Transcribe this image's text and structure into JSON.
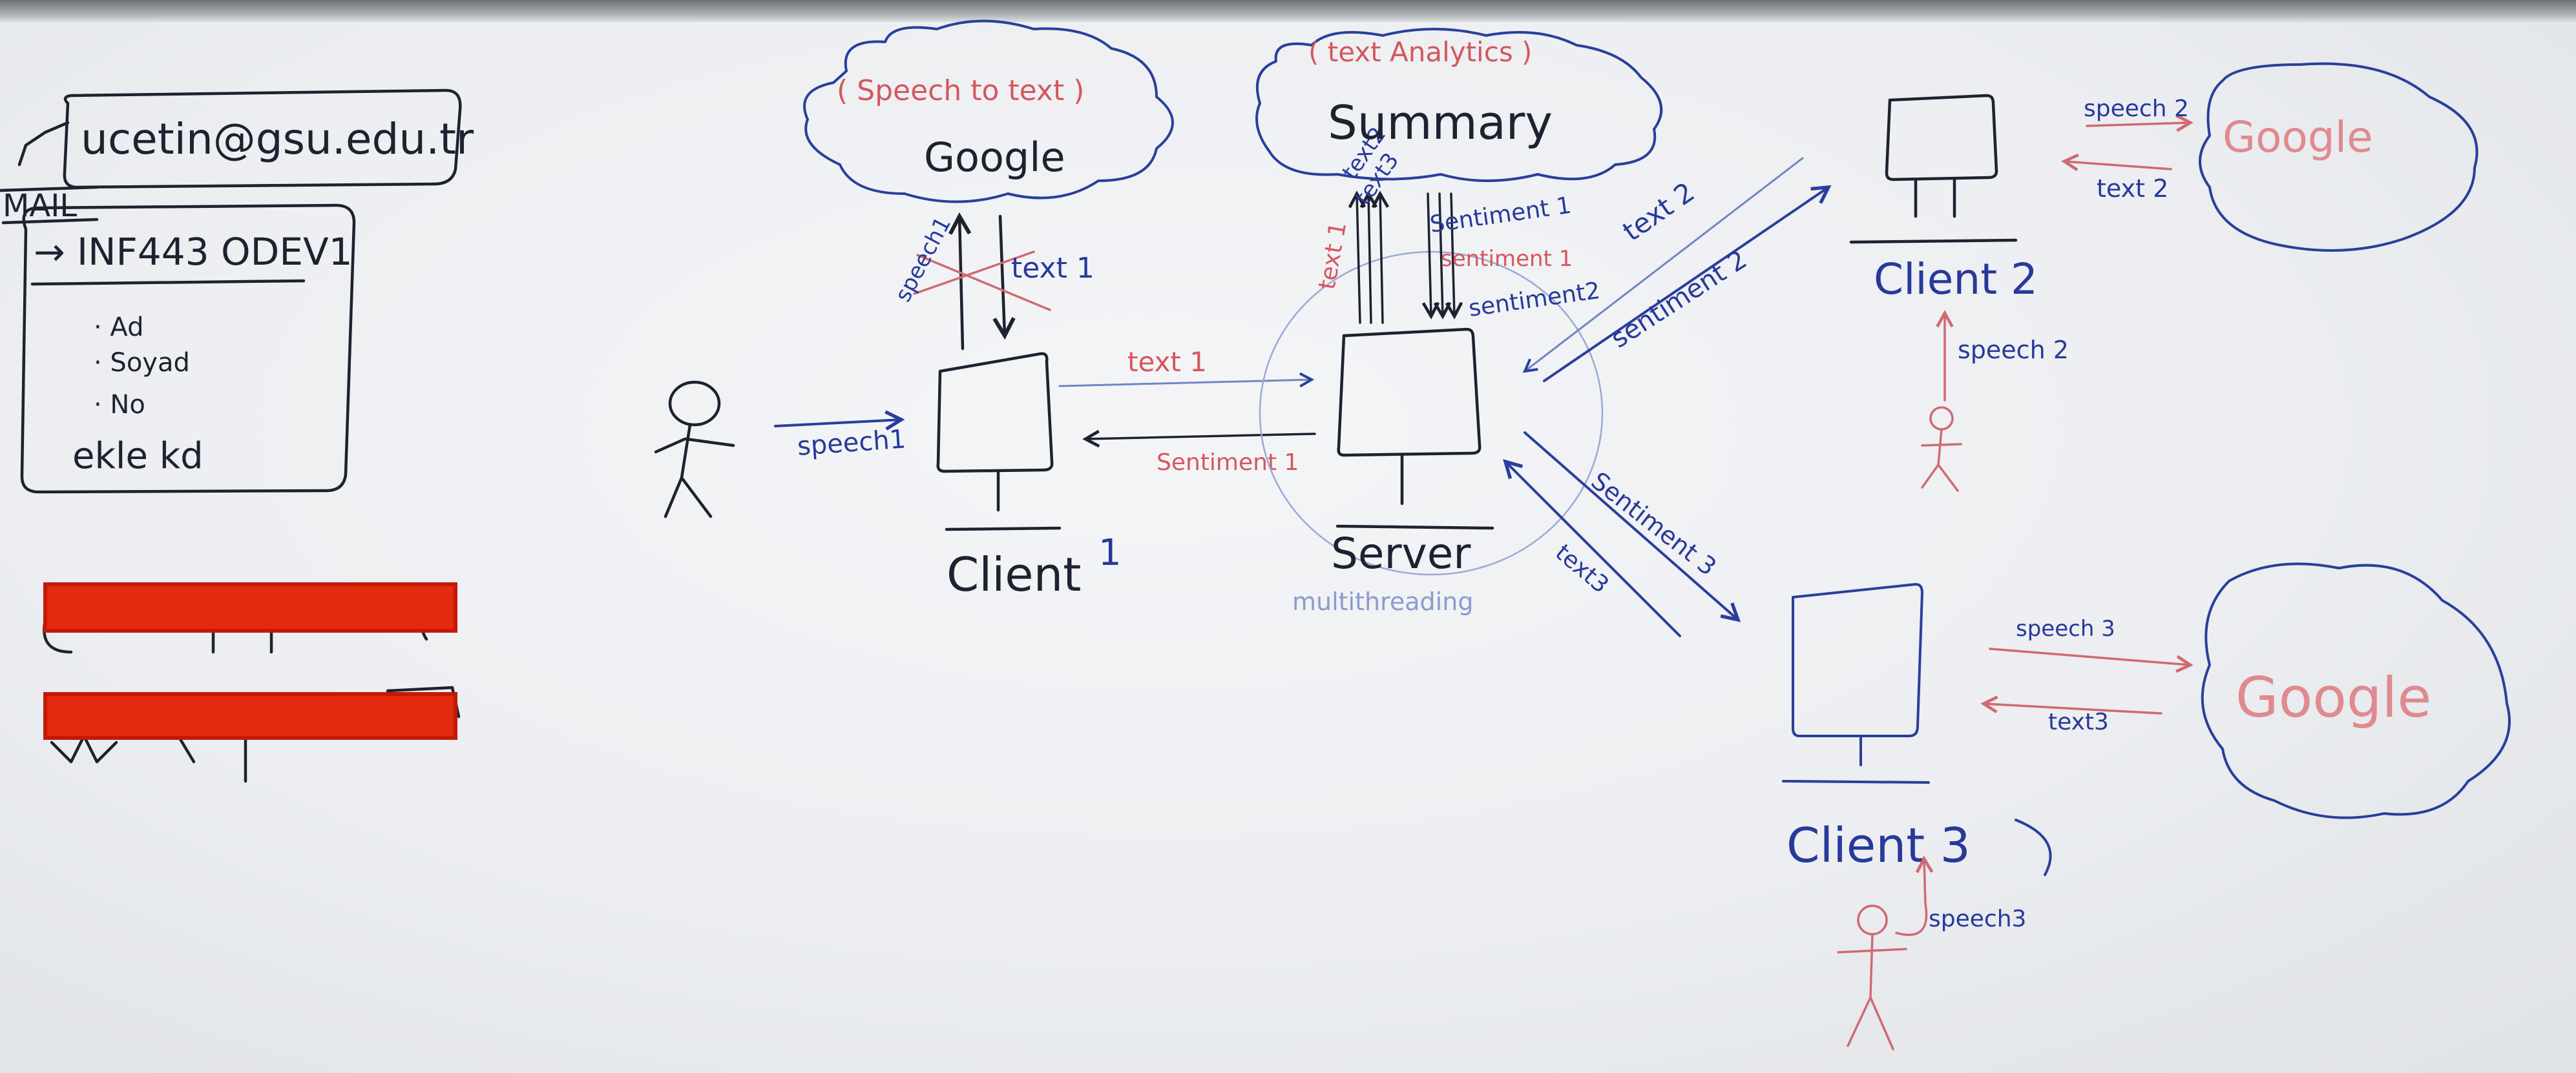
{
  "board": {
    "mail_box": {
      "tag": "MAIL",
      "address": "ucetin@gsu.edu.tr"
    },
    "assignment_box": {
      "title": "→ INF443 ODEV1",
      "fields": [
        "· Ad",
        "· Soyad",
        "· No"
      ],
      "footer": "ekle kd"
    },
    "redacted_lines": 2
  },
  "diagram": {
    "actors": {
      "user1": {
        "speech_label": "speech1"
      },
      "client1": {
        "label": "Client",
        "number": "1"
      },
      "server": {
        "label": "Server",
        "note": "multithreading"
      },
      "client2": {
        "label": "Client 2",
        "speech_label": "speech 2"
      },
      "client3": {
        "label": "Client 3",
        "speech_label": "speech3"
      }
    },
    "clouds": {
      "speech_to_text": {
        "caption": "( Speech to text )",
        "name": "Google"
      },
      "text_analytics": {
        "caption": "( text Analytics )",
        "name": "Summary"
      },
      "google_client2": {
        "name": "Google"
      },
      "google_client3": {
        "name": "Google"
      }
    },
    "edges": {
      "c1_speech_up": "speech1",
      "c1_text_down": "text 1",
      "c1_to_server": "text 1",
      "server_to_c1": "Sentiment 1",
      "server_up_texts": [
        "text 1",
        "text2",
        "text3"
      ],
      "server_down_sents": [
        "Sentiment 1",
        "sentiment 1",
        "sentiment2"
      ],
      "c2_to_server": "text 2",
      "server_to_c2": "sentiment 2",
      "server_to_c3": "Sentiment 3",
      "c3_to_server": "text3",
      "c2_speech": "speech 2",
      "c2_text": "text 2",
      "c3_speech": "speech 3",
      "c3_text": "text3"
    }
  },
  "colors": {
    "marker_black": "#1e2230",
    "marker_blue": "#2a3f9b",
    "marker_red": "#d4575e",
    "redaction": "#e42a0f"
  }
}
